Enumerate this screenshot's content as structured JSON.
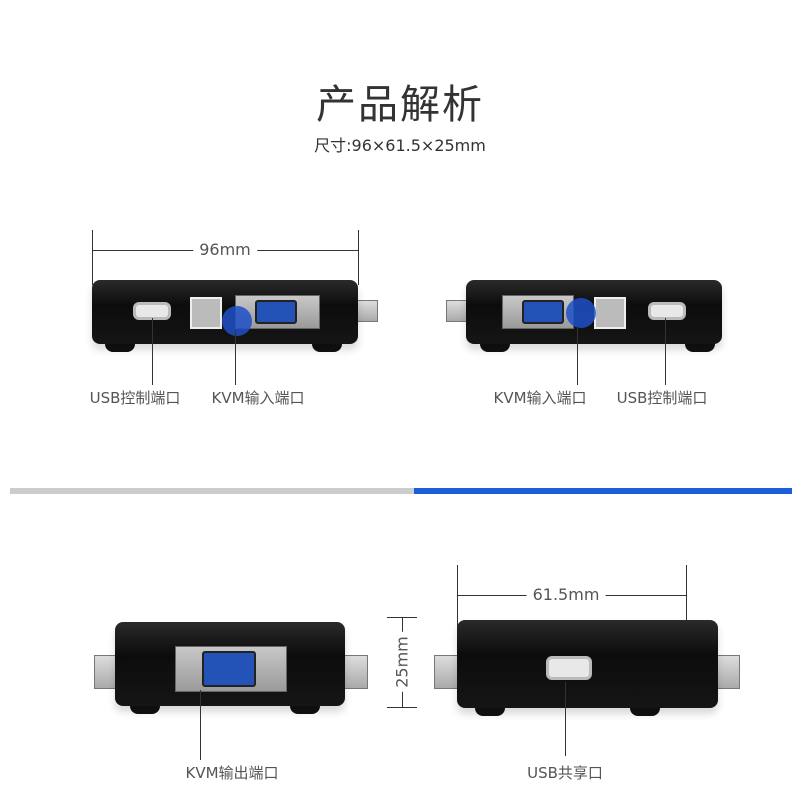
{
  "header": {
    "title": "产品解析",
    "size_label": "尺寸:96×61.5×25mm"
  },
  "top_left": {
    "width_label": "96mm",
    "labels": [
      "USB控制端口",
      "KVM输入端口"
    ]
  },
  "top_right": {
    "labels": [
      "KVM输入端口",
      "USB控制端口"
    ]
  },
  "bottom_left": {
    "height_label": "25mm",
    "labels": [
      "KVM输出端口"
    ]
  },
  "bottom_right": {
    "width_label": "61.5mm",
    "labels": [
      "USB共享口"
    ]
  },
  "colors": {
    "accent": "#1a5ed8",
    "divider_gray": "#cccccc"
  }
}
